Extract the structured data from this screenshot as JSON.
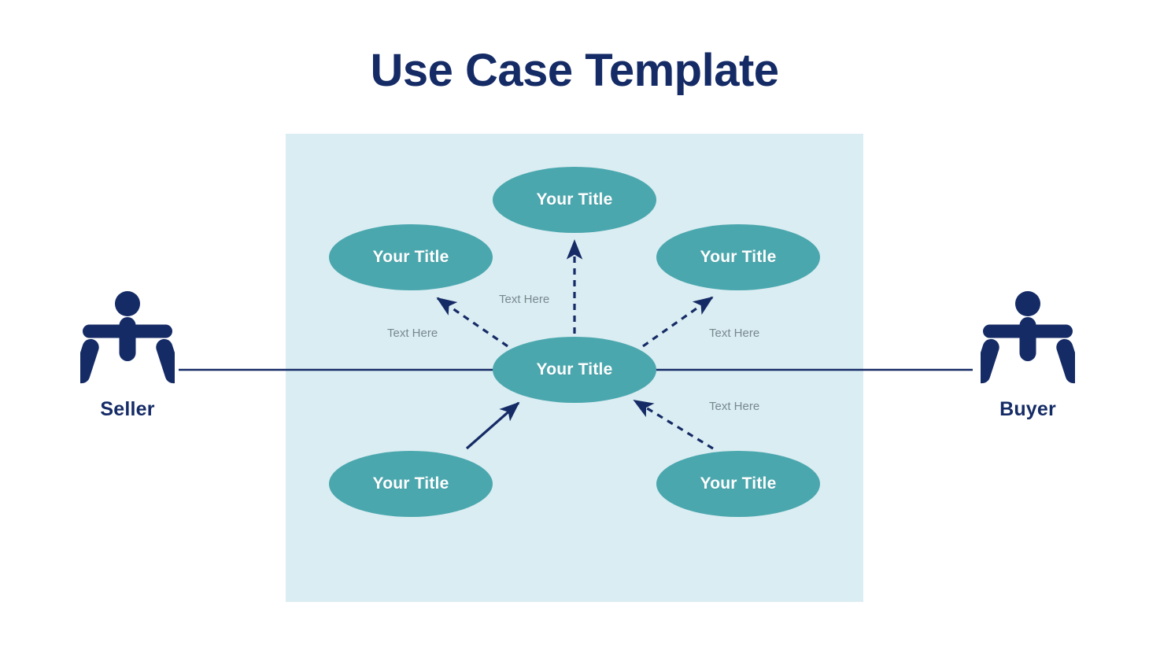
{
  "page": {
    "title": "Use Case Template",
    "background_color": "#FFFFFF",
    "title_color": "#152B66"
  },
  "diagram": {
    "panel_color": "#DAEDF2",
    "ellipse_color": "#4BA7AE",
    "ellipse_text_color": "#FFFFFF",
    "connector_color": "#152B66",
    "label_color": "#78898E",
    "use_cases": [
      {
        "id": "uc-top",
        "label": "Your Title",
        "position": "top"
      },
      {
        "id": "uc-left",
        "label": "Your Title",
        "position": "upper-left"
      },
      {
        "id": "uc-right",
        "label": "Your Title",
        "position": "upper-right"
      },
      {
        "id": "uc-center",
        "label": "Your Title",
        "position": "center"
      },
      {
        "id": "uc-bleft",
        "label": "Your Title",
        "position": "lower-left"
      },
      {
        "id": "uc-bright",
        "label": "Your Title",
        "position": "lower-right"
      }
    ],
    "edge_labels": [
      {
        "id": "label-top-left",
        "text": "Text Here"
      },
      {
        "id": "label-mid-left",
        "text": "Text Here"
      },
      {
        "id": "label-mid-right",
        "text": "Text Here"
      },
      {
        "id": "label-low-right",
        "text": "Text Here"
      }
    ],
    "connectors": [
      {
        "from": "uc-center",
        "to": "uc-top",
        "style": "dashed",
        "arrow": "end"
      },
      {
        "from": "uc-center",
        "to": "uc-left",
        "style": "dashed",
        "arrow": "end"
      },
      {
        "from": "uc-center",
        "to": "uc-right",
        "style": "dashed",
        "arrow": "end"
      },
      {
        "from": "uc-bleft",
        "to": "uc-center",
        "style": "solid",
        "arrow": "end"
      },
      {
        "from": "uc-bright",
        "to": "uc-center",
        "style": "dashed",
        "arrow": "end"
      },
      {
        "from": "actor-seller",
        "to": "uc-center",
        "style": "solid",
        "arrow": "none"
      },
      {
        "from": "uc-center",
        "to": "actor-buyer",
        "style": "solid",
        "arrow": "none"
      }
    ]
  },
  "actors": [
    {
      "id": "actor-seller",
      "label": "Seller",
      "icon": "person-actor-icon",
      "side": "left"
    },
    {
      "id": "actor-buyer",
      "label": "Buyer",
      "icon": "person-actor-icon",
      "side": "right"
    }
  ]
}
